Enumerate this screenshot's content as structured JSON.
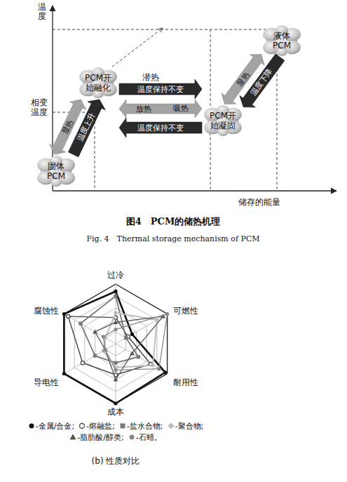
{
  "diagram": {
    "caption": "图4　PCM的储热机理",
    "nodes": [
      {
        "text": [
          "固体 PCM"
        ]
      },
      {
        "text": [
          "PCM开始融化"
        ]
      },
      {
        "text": [
          "液体 PCM"
        ]
      },
      {
        "text": [
          "PCM开始凝固"
        ]
      }
    ],
    "edges": [
      {
        "from": 0,
        "to": 1,
        "arrow": "both",
        "label": "显热"
      },
      {
        "from": 0,
        "to": 1,
        "arrow": "to",
        "label": "温度上升"
      },
      {
        "from": 1,
        "to": 3,
        "arrow": "to",
        "label": "温度保持不变"
      },
      {
        "from": 1,
        "to": 3,
        "arrow": "both",
        "label": "放热"
      },
      {
        "from": 3,
        "to": 1,
        "arrow": "to",
        "label": "温度保持不变"
      },
      {
        "from": 3,
        "to": 2,
        "arrow": "both",
        "label": "显热"
      },
      {
        "from": 2,
        "to": 3,
        "arrow": "to",
        "label": "温度下降"
      }
    ],
    "labels": [
      "温度",
      "相变温度",
      "储存的能量",
      "潜热",
      "吸热",
      "Fig. 4　Thermal storage mechanism of PCM",
      "过冷",
      "可燃性",
      "耐用性",
      "成本",
      "导电性",
      "腐蚀性",
      "(b) 性质对比"
    ],
    "legend": [
      {
        "text": "-金属/合金;",
        "color": "#111111"
      },
      {
        "text": "-熔融盐;",
        "color": "#444444"
      },
      {
        "text": "-盐水合物;",
        "color": "#777777"
      },
      {
        "text": "-聚合物;",
        "color": "#bbbbbb"
      },
      {
        "text": "-脂肪酸/醇类;",
        "color": "#555555"
      },
      {
        "text": "-石蜡。",
        "color": "#888888"
      }
    ]
  }
}
